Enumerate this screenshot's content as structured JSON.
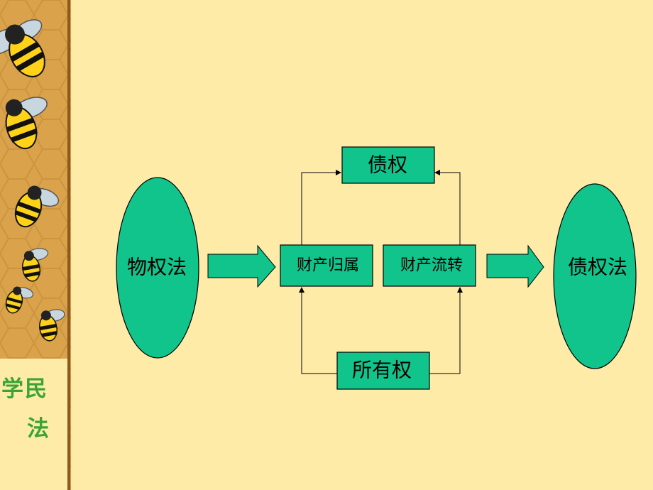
{
  "sidebar": {
    "line1": "学民",
    "line2": "法"
  },
  "diagram": {
    "left_oval": "物权法",
    "right_oval": "债权法",
    "box_top": "债权",
    "box_mid_left": "财产归属",
    "box_mid_right": "财产流转",
    "box_bottom": "所有权"
  },
  "colors": {
    "background": "#ffeba8",
    "node_fill": "#11c48c",
    "sidebar": "#d9a24b",
    "sidebar_text": "#3aa536"
  }
}
